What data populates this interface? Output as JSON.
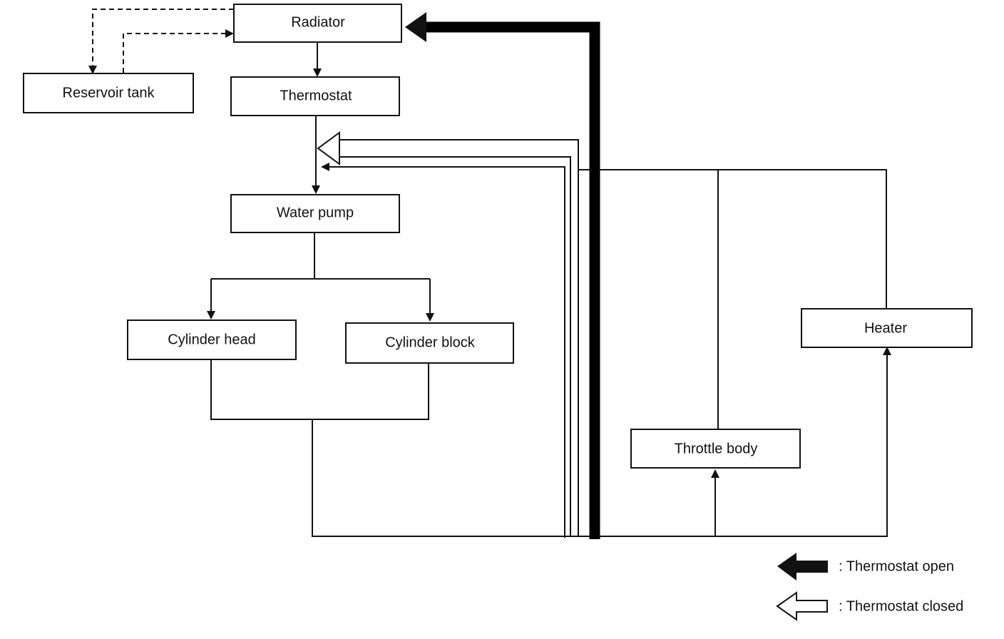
{
  "components": {
    "radiator": "Radiator",
    "reservoir_tank": "Reservoir tank",
    "thermostat": "Thermostat",
    "water_pump": "Water pump",
    "cylinder_head": "Cylinder head",
    "cylinder_block": "Cylinder block",
    "heater": "Heater",
    "throttle_body": "Throttle body"
  },
  "legend": {
    "open_label": ":  Thermostat open",
    "closed_label": ":  Thermostat closed"
  },
  "colors": {
    "line": "#111111",
    "background": "#ffffff"
  }
}
